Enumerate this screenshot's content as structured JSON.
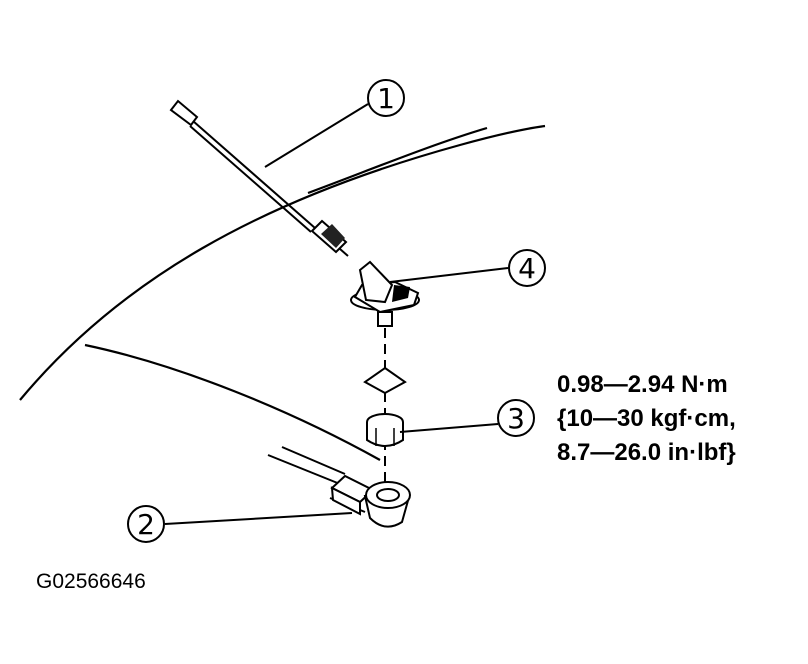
{
  "callouts": {
    "c1": "1",
    "c2": "2",
    "c3": "3",
    "c4": "4"
  },
  "torque_spec": {
    "line1": "0.98—2.94 N·m",
    "line2": "{10—30 kgf·cm,",
    "line3": "8.7—26.0 in·lbf}"
  },
  "figure_id": "G02566646",
  "colors": {
    "ink": "#000000",
    "paper": "#ffffff"
  }
}
